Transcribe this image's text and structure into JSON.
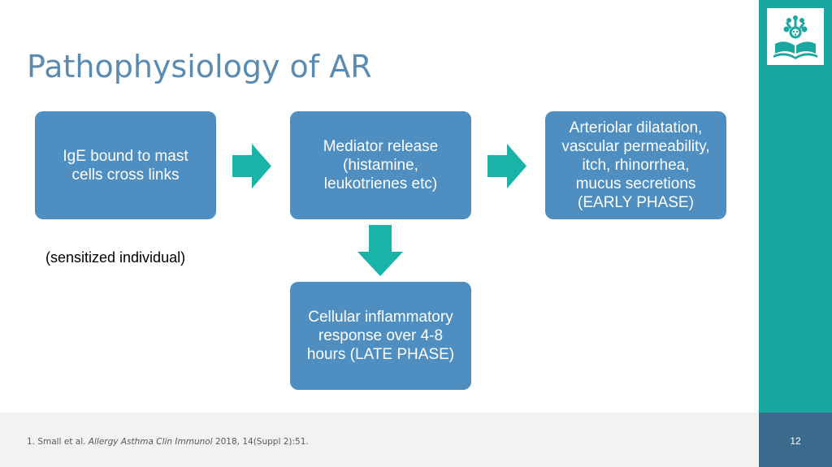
{
  "slide": {
    "title": "Pathophysiology of AR",
    "page_number": "12"
  },
  "diagram": {
    "box1": "IgE bound to mast\ncells cross links",
    "box2": "Mediator release\n(histamine,\nleukotrienes etc)",
    "box3": "Arteriolar dilatation,\nvascular permeability,\nitch, rhinorrhea,\nmucus secretions\n(EARLY PHASE)",
    "box4": "Cellular inflammatory\nresponse over 4-8\nhours (LATE PHASE)",
    "note": "(sensitized individual)"
  },
  "footer": {
    "citation_prefix": "1. Small et al. ",
    "citation_journal": "Allergy Asthma Clin Immunol",
    "citation_suffix": " 2018, 14(Suppl 2):51."
  },
  "colors": {
    "box_fill": "#4f8ec0",
    "arrow_fill": "#1ab3a8",
    "band": "#1aa6a1",
    "title": "#5a8bb3"
  },
  "icons": [
    "logo-icon"
  ]
}
